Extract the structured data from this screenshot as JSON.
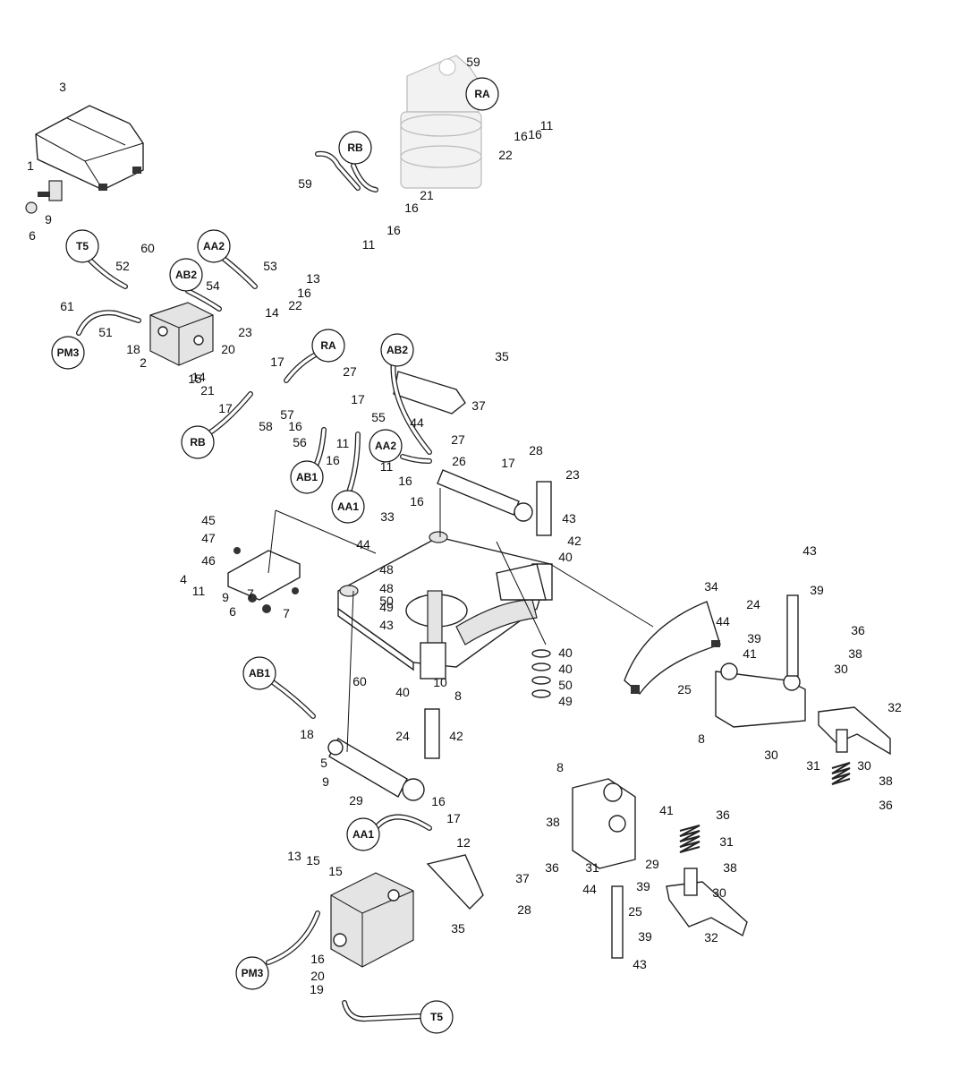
{
  "diagram": {
    "part_numbers": [
      "1",
      "2",
      "3",
      "4",
      "5",
      "6",
      "6",
      "7",
      "7",
      "8",
      "8",
      "8",
      "9",
      "9",
      "9",
      "10",
      "11",
      "11",
      "11",
      "11",
      "11",
      "12",
      "13",
      "13",
      "14",
      "14",
      "15",
      "15",
      "15",
      "16",
      "16",
      "16",
      "16",
      "16",
      "16",
      "16",
      "16",
      "16",
      "16",
      "16",
      "17",
      "17",
      "17",
      "17",
      "17",
      "18",
      "18",
      "19",
      "20",
      "20",
      "21",
      "21",
      "22",
      "22",
      "23",
      "23",
      "24",
      "24",
      "25",
      "25",
      "26",
      "27",
      "27",
      "28",
      "28",
      "29",
      "29",
      "30",
      "30",
      "30",
      "30",
      "31",
      "31",
      "31",
      "32",
      "32",
      "33",
      "34",
      "35",
      "35",
      "36",
      "36",
      "36",
      "36",
      "37",
      "37",
      "38",
      "38",
      "38",
      "38",
      "39",
      "39",
      "39",
      "39",
      "40",
      "40",
      "40",
      "40",
      "41",
      "41",
      "42",
      "42",
      "43",
      "43",
      "43",
      "43",
      "44",
      "44",
      "44",
      "44",
      "45",
      "46",
      "47",
      "48",
      "48",
      "49",
      "49",
      "50",
      "50",
      "51",
      "52",
      "53",
      "54",
      "55",
      "56",
      "57",
      "58",
      "59",
      "59",
      "60",
      "60",
      "61"
    ],
    "connection_tags": [
      "RA",
      "RB",
      "T5",
      "AA2",
      "AB2",
      "PM3",
      "RA",
      "AB2",
      "RB",
      "AA2",
      "AB1",
      "AA1",
      "AB1",
      "AA1",
      "PM3",
      "T5"
    ]
  }
}
